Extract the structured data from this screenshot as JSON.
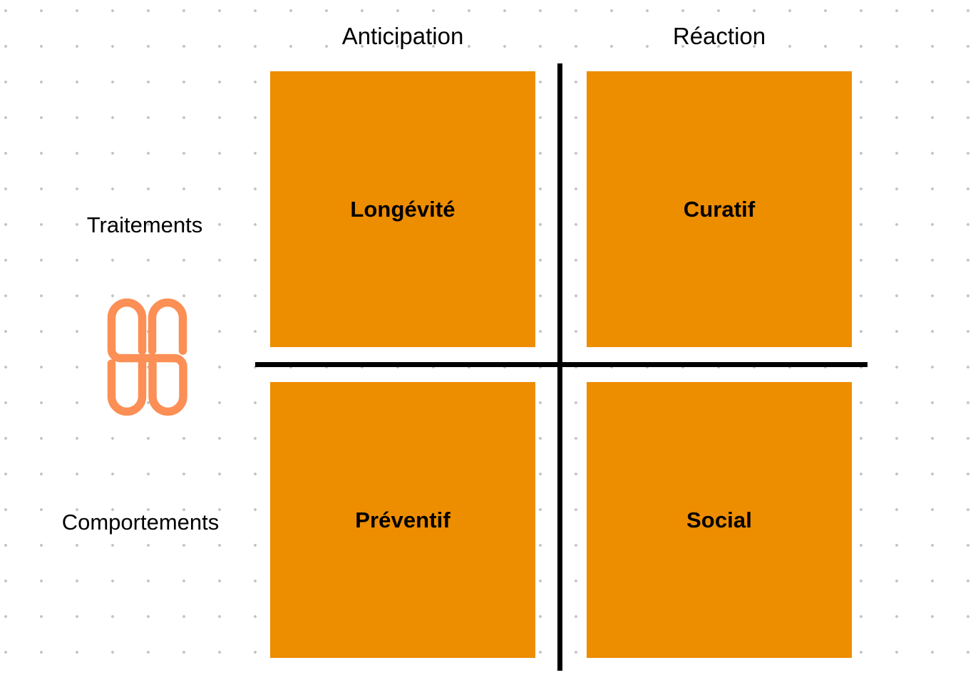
{
  "diagram": {
    "type": "2x2-matrix",
    "title_visible": false,
    "colors": {
      "tile_fill": "#ED8D00",
      "divider": "#000000",
      "logo": "#FB8F55",
      "grid_dot": "#C6C6C6",
      "background": "#FFFFFF",
      "label_text": "#000000"
    },
    "columns": [
      {
        "label": "Anticipation"
      },
      {
        "label": "Réaction"
      }
    ],
    "rows": [
      {
        "label": "Traitements"
      },
      {
        "label": "Comportements"
      }
    ],
    "quadrants": [
      {
        "label": "Longévité",
        "row": "Traitements",
        "column": "Anticipation"
      },
      {
        "label": "Curatif",
        "row": "Traitements",
        "column": "Réaction"
      },
      {
        "label": "Préventif",
        "row": "Comportements",
        "column": "Anticipation"
      },
      {
        "label": "Social",
        "row": "Comportements",
        "column": "Réaction"
      }
    ],
    "logo": {
      "name": "brand-logo-icon",
      "description": "abstract-interlocking-s-mark"
    }
  }
}
